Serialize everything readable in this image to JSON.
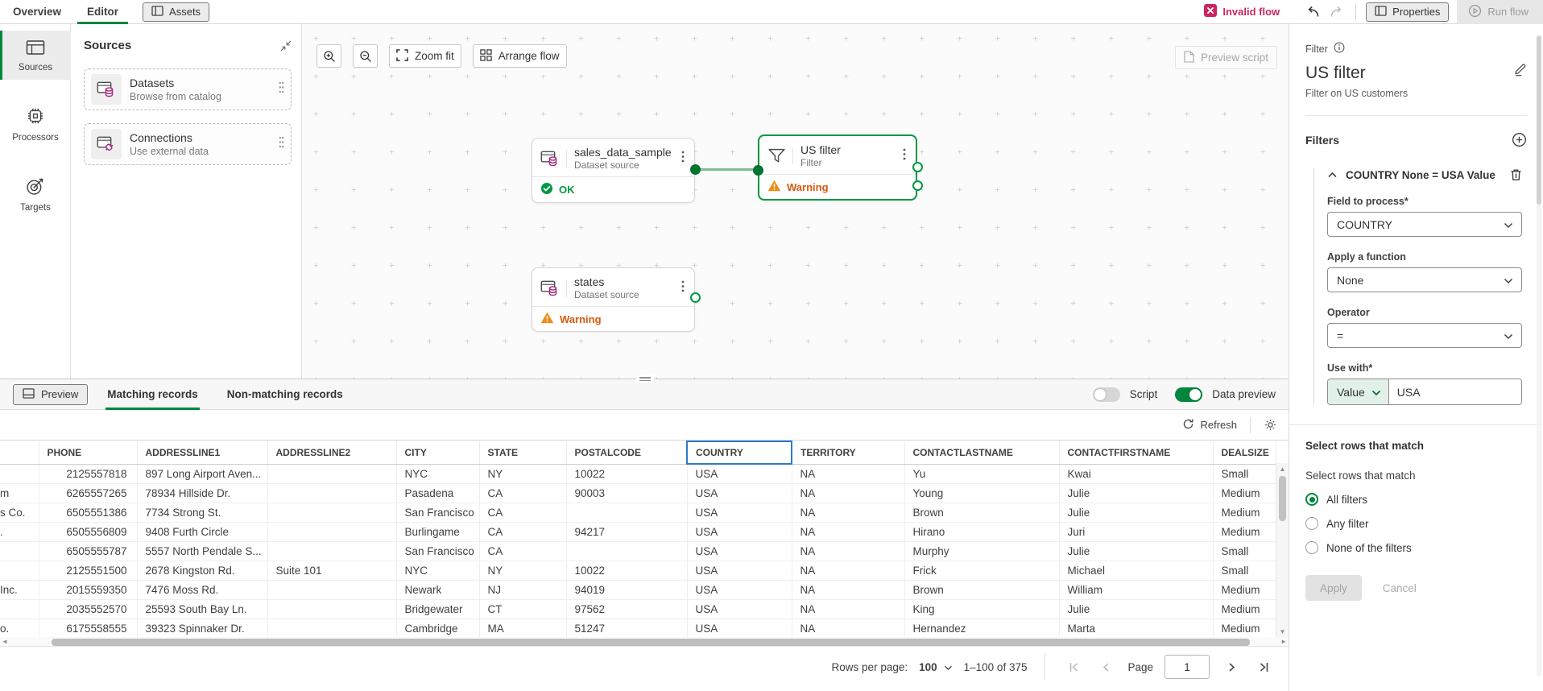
{
  "colors": {
    "accent_green": "#00873d",
    "node_green": "#009845",
    "warning_orange": "#d9590f",
    "error_crimson": "#c8275f",
    "dataset_magenta": "#a5267e",
    "selection_blue": "#2b7bc7"
  },
  "topbar": {
    "tabs": [
      {
        "label": "Overview",
        "active": false
      },
      {
        "label": "Editor",
        "active": true
      }
    ],
    "assets_label": "Assets",
    "invalid_flow_label": "Invalid flow",
    "properties_label": "Properties",
    "run_flow_label": "Run flow"
  },
  "left_rail": {
    "items": [
      {
        "label": "Sources",
        "active": true
      },
      {
        "label": "Processors",
        "active": false
      },
      {
        "label": "Targets",
        "active": false
      }
    ]
  },
  "sources_panel": {
    "title": "Sources",
    "cards": [
      {
        "title": "Datasets",
        "subtitle": "Browse from catalog",
        "icon": "dataset-icon"
      },
      {
        "title": "Connections",
        "subtitle": "Use external data",
        "icon": "connection-icon"
      }
    ]
  },
  "canvas": {
    "toolbar": {
      "zoom_fit_label": "Zoom fit",
      "arrange_flow_label": "Arrange flow",
      "preview_script_label": "Preview script"
    },
    "nodes": [
      {
        "title": "sales_data_sample",
        "subtitle": "Dataset source",
        "status_label": "OK",
        "status": "ok",
        "selected": false
      },
      {
        "title": "US filter",
        "subtitle": "Filter",
        "status_label": "Warning",
        "status": "warning",
        "selected": true
      },
      {
        "title": "states",
        "subtitle": "Dataset source",
        "status_label": "Warning",
        "status": "warning",
        "selected": false
      }
    ]
  },
  "preview": {
    "preview_button_label": "Preview",
    "tabs": [
      {
        "label": "Matching records",
        "active": true
      },
      {
        "label": "Non-matching records",
        "active": false
      }
    ],
    "script_toggle_label": "Script",
    "script_toggle_on": false,
    "data_preview_toggle_label": "Data preview",
    "data_preview_toggle_on": true,
    "refresh_label": "Refresh",
    "table": {
      "columns": [
        "",
        "PHONE",
        "ADDRESSLINE1",
        "ADDRESSLINE2",
        "CITY",
        "STATE",
        "POSTALCODE",
        "COUNTRY",
        "TERRITORY",
        "CONTACTLASTNAME",
        "CONTACTFIRSTNAME",
        "DEALSIZE"
      ],
      "selected_column": "COUNTRY",
      "rows": [
        [
          "",
          "2125557818",
          "897 Long Airport Aven...",
          "",
          "NYC",
          "NY",
          "10022",
          "USA",
          "NA",
          "Yu",
          "Kwai",
          "Small"
        ],
        [
          "m",
          "6265557265",
          "78934 Hillside Dr.",
          "",
          "Pasadena",
          "CA",
          "90003",
          "USA",
          "NA",
          "Young",
          "Julie",
          "Medium"
        ],
        [
          "s Co.",
          "6505551386",
          "7734 Strong St.",
          "",
          "San Francisco",
          "CA",
          "",
          "USA",
          "NA",
          "Brown",
          "Julie",
          "Medium"
        ],
        [
          ".",
          "6505556809",
          "9408 Furth Circle",
          "",
          "Burlingame",
          "CA",
          "94217",
          "USA",
          "NA",
          "Hirano",
          "Juri",
          "Medium"
        ],
        [
          "",
          "6505555787",
          "5557 North Pendale S...",
          "",
          "San Francisco",
          "CA",
          "",
          "USA",
          "NA",
          "Murphy",
          "Julie",
          "Small"
        ],
        [
          "",
          "2125551500",
          "2678 Kingston Rd.",
          "Suite 101",
          "NYC",
          "NY",
          "10022",
          "USA",
          "NA",
          "Frick",
          "Michael",
          "Small"
        ],
        [
          "Inc.",
          "2015559350",
          "7476 Moss Rd.",
          "",
          "Newark",
          "NJ",
          "94019",
          "USA",
          "NA",
          "Brown",
          "William",
          "Medium"
        ],
        [
          "",
          "2035552570",
          "25593 South Bay Ln.",
          "",
          "Bridgewater",
          "CT",
          "97562",
          "USA",
          "NA",
          "King",
          "Julie",
          "Medium"
        ],
        [
          "o.",
          "6175558555",
          "39323 Spinnaker Dr.",
          "",
          "Cambridge",
          "MA",
          "51247",
          "USA",
          "NA",
          "Hernandez",
          "Marta",
          "Medium"
        ]
      ]
    },
    "pagination": {
      "rows_per_page_label": "Rows per page:",
      "rows_per_page_value": "100",
      "range_label": "1–100 of 375",
      "page_label": "Page",
      "page_value": "1"
    }
  },
  "properties_panel": {
    "type_label": "Filter",
    "title": "US filter",
    "description": "Filter on US customers",
    "filters_header": "Filters",
    "filter_item_title": "COUNTRY None = USA Value",
    "field_to_process": {
      "label": "Field to process*",
      "value": "COUNTRY"
    },
    "apply_function": {
      "label": "Apply a function",
      "value": "None"
    },
    "operator": {
      "label": "Operator",
      "value": "="
    },
    "use_with": {
      "label": "Use with*",
      "mode_value": "Value",
      "input_value": "USA"
    },
    "match_heading": "Select rows that match",
    "match_label": "Select rows that match",
    "match_options": [
      {
        "label": "All filters",
        "selected": true
      },
      {
        "label": "Any filter",
        "selected": false
      },
      {
        "label": "None of the filters",
        "selected": false
      }
    ],
    "apply_label": "Apply",
    "cancel_label": "Cancel"
  }
}
